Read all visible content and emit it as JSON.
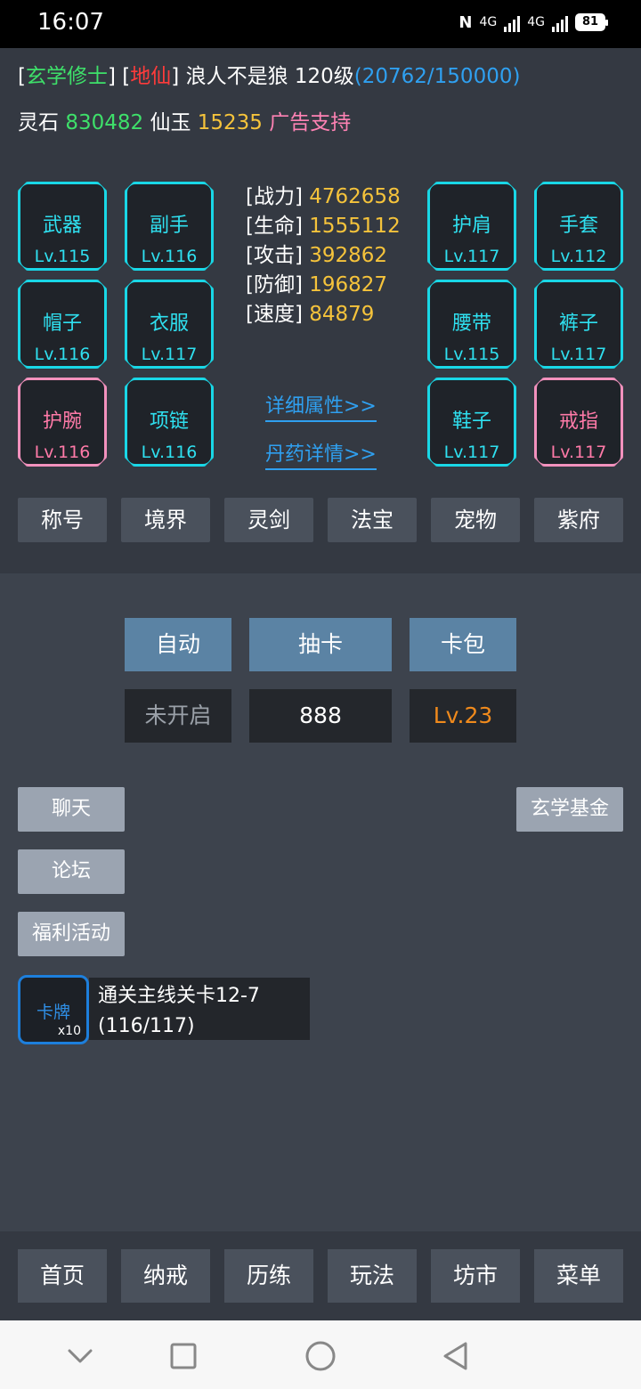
{
  "status_bar": {
    "time": "16:07",
    "nfc": "N",
    "net1": "4G",
    "net2": "4G",
    "battery": "81"
  },
  "player": {
    "class_bracket_open": "[",
    "class": "玄学修士",
    "class_bracket_close": "]",
    "rank_bracket_open": "[",
    "rank": "地仙",
    "rank_bracket_close": "]",
    "name": "浪人不是狼",
    "level": "120级",
    "exp": "(20762/150000)"
  },
  "currency": {
    "stone_label": "灵石",
    "stone_value": "830482",
    "jade_label": "仙玉",
    "jade_value": "15235",
    "ad_support": "广告支持"
  },
  "equipment": [
    {
      "name": "武器",
      "level": "Lv.115"
    },
    {
      "name": "副手",
      "level": "Lv.116"
    },
    {
      "name": "护肩",
      "level": "Lv.117"
    },
    {
      "name": "手套",
      "level": "Lv.112"
    },
    {
      "name": "帽子",
      "level": "Lv.116"
    },
    {
      "name": "衣服",
      "level": "Lv.117"
    },
    {
      "name": "腰带",
      "level": "Lv.115"
    },
    {
      "name": "裤子",
      "level": "Lv.117"
    },
    {
      "name": "护腕",
      "level": "Lv.116"
    },
    {
      "name": "项链",
      "level": "Lv.116"
    },
    {
      "name": "鞋子",
      "level": "Lv.117"
    },
    {
      "name": "戒指",
      "level": "Lv.117"
    }
  ],
  "stats": [
    {
      "label": "[战力]",
      "value": "4762658"
    },
    {
      "label": "[生命]",
      "value": "1555112"
    },
    {
      "label": "[攻击]",
      "value": "392862"
    },
    {
      "label": "[防御]",
      "value": "196827"
    },
    {
      "label": "[速度]",
      "value": "84879"
    }
  ],
  "links": {
    "detail_attrs": "详细属性>>",
    "pill_detail": "丹药详情>>"
  },
  "tabs": [
    "称号",
    "境界",
    "灵剑",
    "法宝",
    "宠物",
    "紫府"
  ],
  "actions": {
    "auto": "自动",
    "draw": "抽卡",
    "pack": "卡包",
    "auto_status": "未开启",
    "draw_count": "888",
    "pack_level": "Lv.23"
  },
  "side_buttons": {
    "chat": "聊天",
    "forum": "论坛",
    "welfare": "福利活动",
    "fund": "玄学基金"
  },
  "quest": {
    "icon_label": "卡牌",
    "icon_count": "x10",
    "line1": "通关主线关卡12-7",
    "line2": "(116/117)"
  },
  "bottom_nav": [
    "首页",
    "纳戒",
    "历练",
    "玩法",
    "坊市",
    "菜单"
  ],
  "colors": {
    "equip_border_cyan": "#19d7e6",
    "equip_border_pink": "#f291bd",
    "action_blue": "#5b83a4",
    "value_yellow": "#f5c33b"
  }
}
